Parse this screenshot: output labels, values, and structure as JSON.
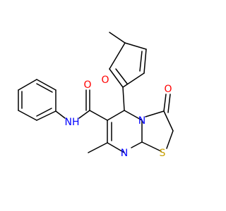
{
  "molecule": {
    "atoms": {
      "o_furan": "O",
      "o_amide": "O",
      "nh": "NH",
      "o_ketone": "O",
      "n_ring": "N",
      "n_imine": "N",
      "s_ring": "S"
    },
    "colors": {
      "bond": "#000000",
      "oxygen": "#ff0000",
      "nitrogen": "#0000ff",
      "sulfur": "#c8a000"
    }
  }
}
